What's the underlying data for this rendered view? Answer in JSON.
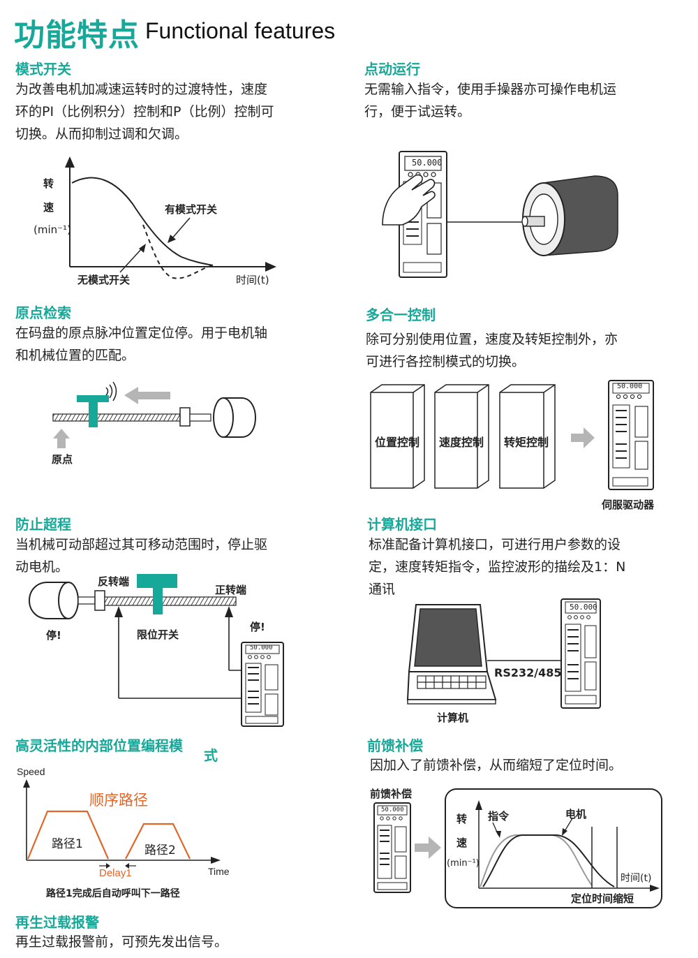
{
  "header": {
    "title_cn": "功能特点",
    "title_en": "Functional features"
  },
  "sections": {
    "mode_switch": {
      "title": "模式开关",
      "body": [
        "为改善电机加减速运转时的过渡特性，速度",
        "环的PI（比例积分）控制和P（比例）控制可",
        "切换。从而抑制过调和欠调。"
      ],
      "y_label": [
        "转",
        "速",
        "(min⁻¹)"
      ],
      "with_switch": "有模式开关",
      "without_switch": "无模式开关",
      "x_label": "时间(t)"
    },
    "jog": {
      "title": "点动运行",
      "body": [
        "无需输入指令，使用手操器亦可操作电机运",
        "行，便于试运转。"
      ],
      "display": "50.000"
    },
    "origin_search": {
      "title": "原点检索",
      "body": [
        "在码盘的原点脉冲位置定位停。用于电机轴",
        "和机械位置的匹配。"
      ],
      "origin_label": "原点"
    },
    "multi_control": {
      "title": "多合一控制",
      "body": [
        "除可分别使用位置，速度及转矩控制外，亦",
        "可进行各控制模式的切换。"
      ],
      "boxes": [
        "位置控制",
        "速度控制",
        "转矩控制"
      ],
      "driver_label": "伺服驱动器",
      "display": "50.000"
    },
    "overtravel": {
      "title": "防止超程",
      "body": [
        "当机械可动部超过其可移动范围时，停止驱",
        "动电机。"
      ],
      "reverse_end": "反转端",
      "forward_end": "正转端",
      "stop_left": "停!",
      "stop_right": "停!",
      "limit_switch": "限位开关",
      "display": "50.000"
    },
    "pc_interface": {
      "title": "计算机接口",
      "body": [
        "标准配备计算机接口，可进行用户参数的设",
        "定，速度转矩指令，监控波形的描绘及1：N",
        "通讯"
      ],
      "link_label": "RS232/485",
      "computer_label": "计算机",
      "display": "50.000"
    },
    "position_programming": {
      "title": "高灵活性的内部位置编程模",
      "title_tail": "式",
      "y_label": "Speed",
      "x_label": "Time",
      "sequence_label": "顺序路径",
      "path1": "路径1",
      "path2": "路径2",
      "delay": "Delay1",
      "caption": "路径1完成后自动呼叫下一路径"
    },
    "feedforward": {
      "title": "前馈补偿",
      "body": [
        "因加入了前馈补偿，从而缩短了定位时间。"
      ],
      "comp_label": "前馈补偿",
      "y_label": [
        "转",
        "速",
        "(min⁻¹)"
      ],
      "command_label": "指令",
      "motor_label": "电机",
      "x_label": "时间(t)",
      "shortened_label": "定位时间缩短",
      "display": "50.000"
    },
    "regen_alarm": {
      "title": "再生过载报警",
      "body": [
        "再生过载报警前，可预先发出信号。"
      ]
    }
  },
  "colors": {
    "accent": "#17a89a",
    "orange": "#e0662a",
    "gray_arrow": "#b5b5b5"
  }
}
